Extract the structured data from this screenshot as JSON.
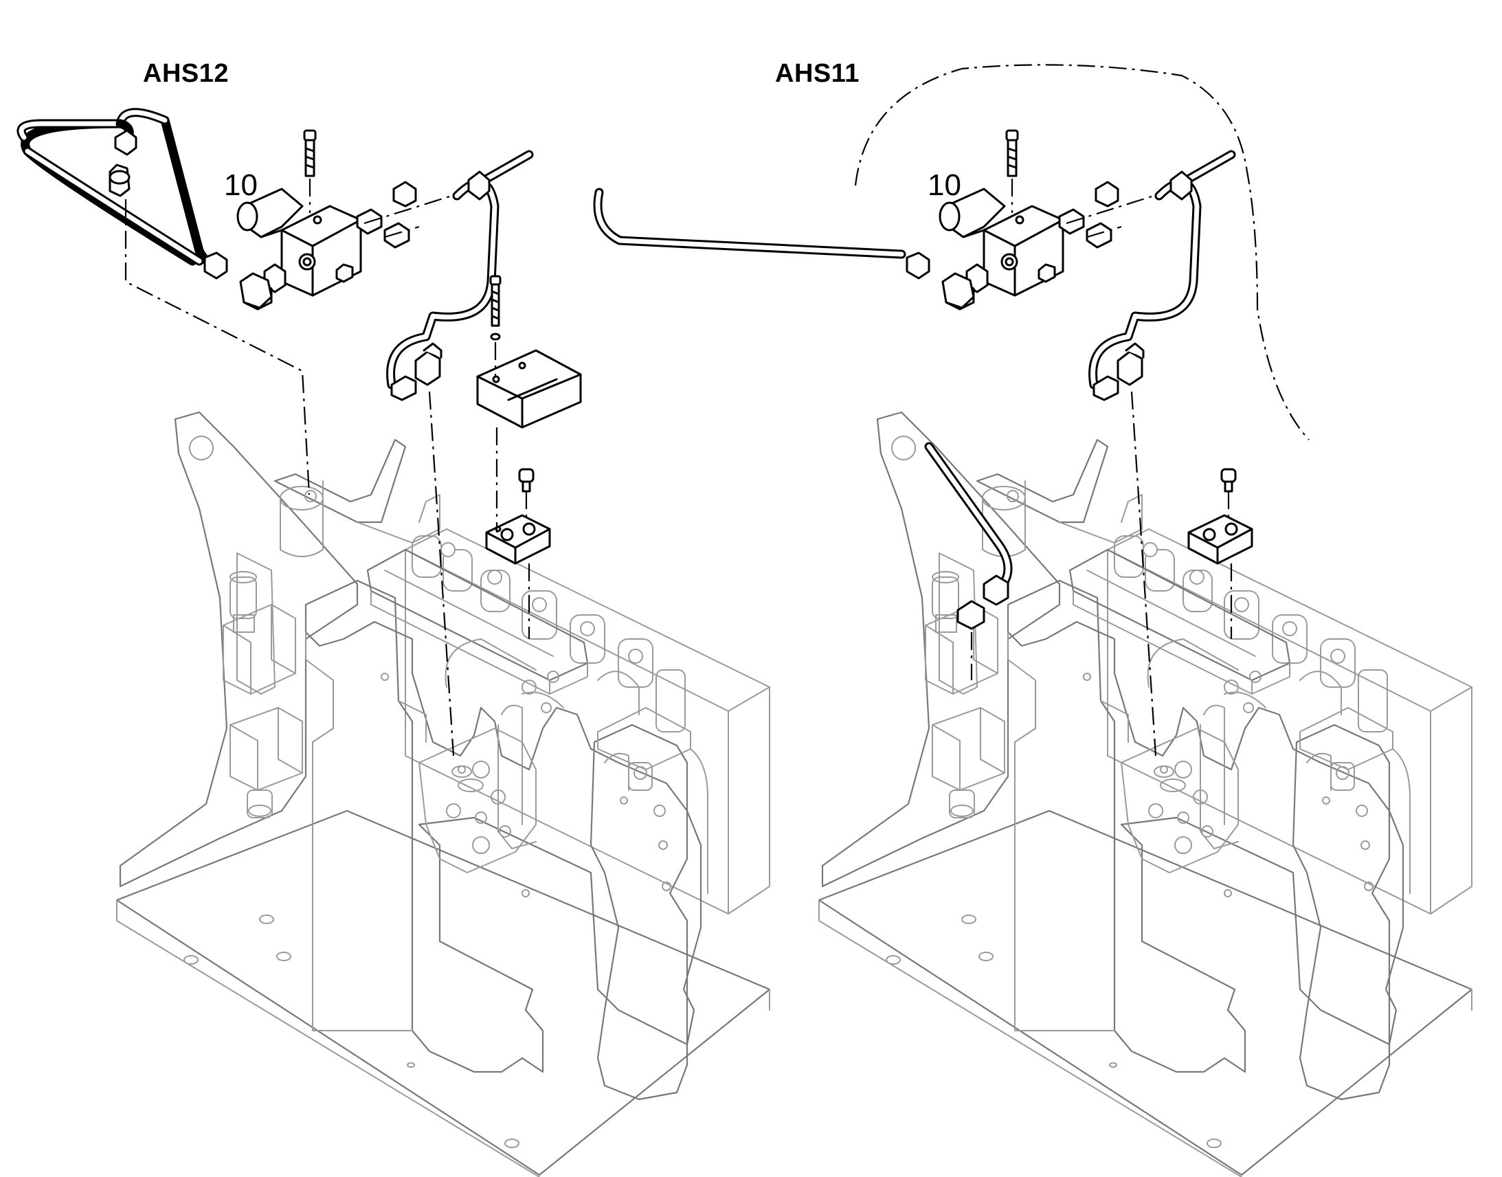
{
  "views": [
    {
      "id": "left",
      "label": "AHS12",
      "callout": "10"
    },
    {
      "id": "right",
      "label": "AHS11",
      "callout": "10"
    }
  ],
  "colors": {
    "ink": "#000000",
    "frame": "#9a9a9a",
    "background": "#ffffff"
  }
}
